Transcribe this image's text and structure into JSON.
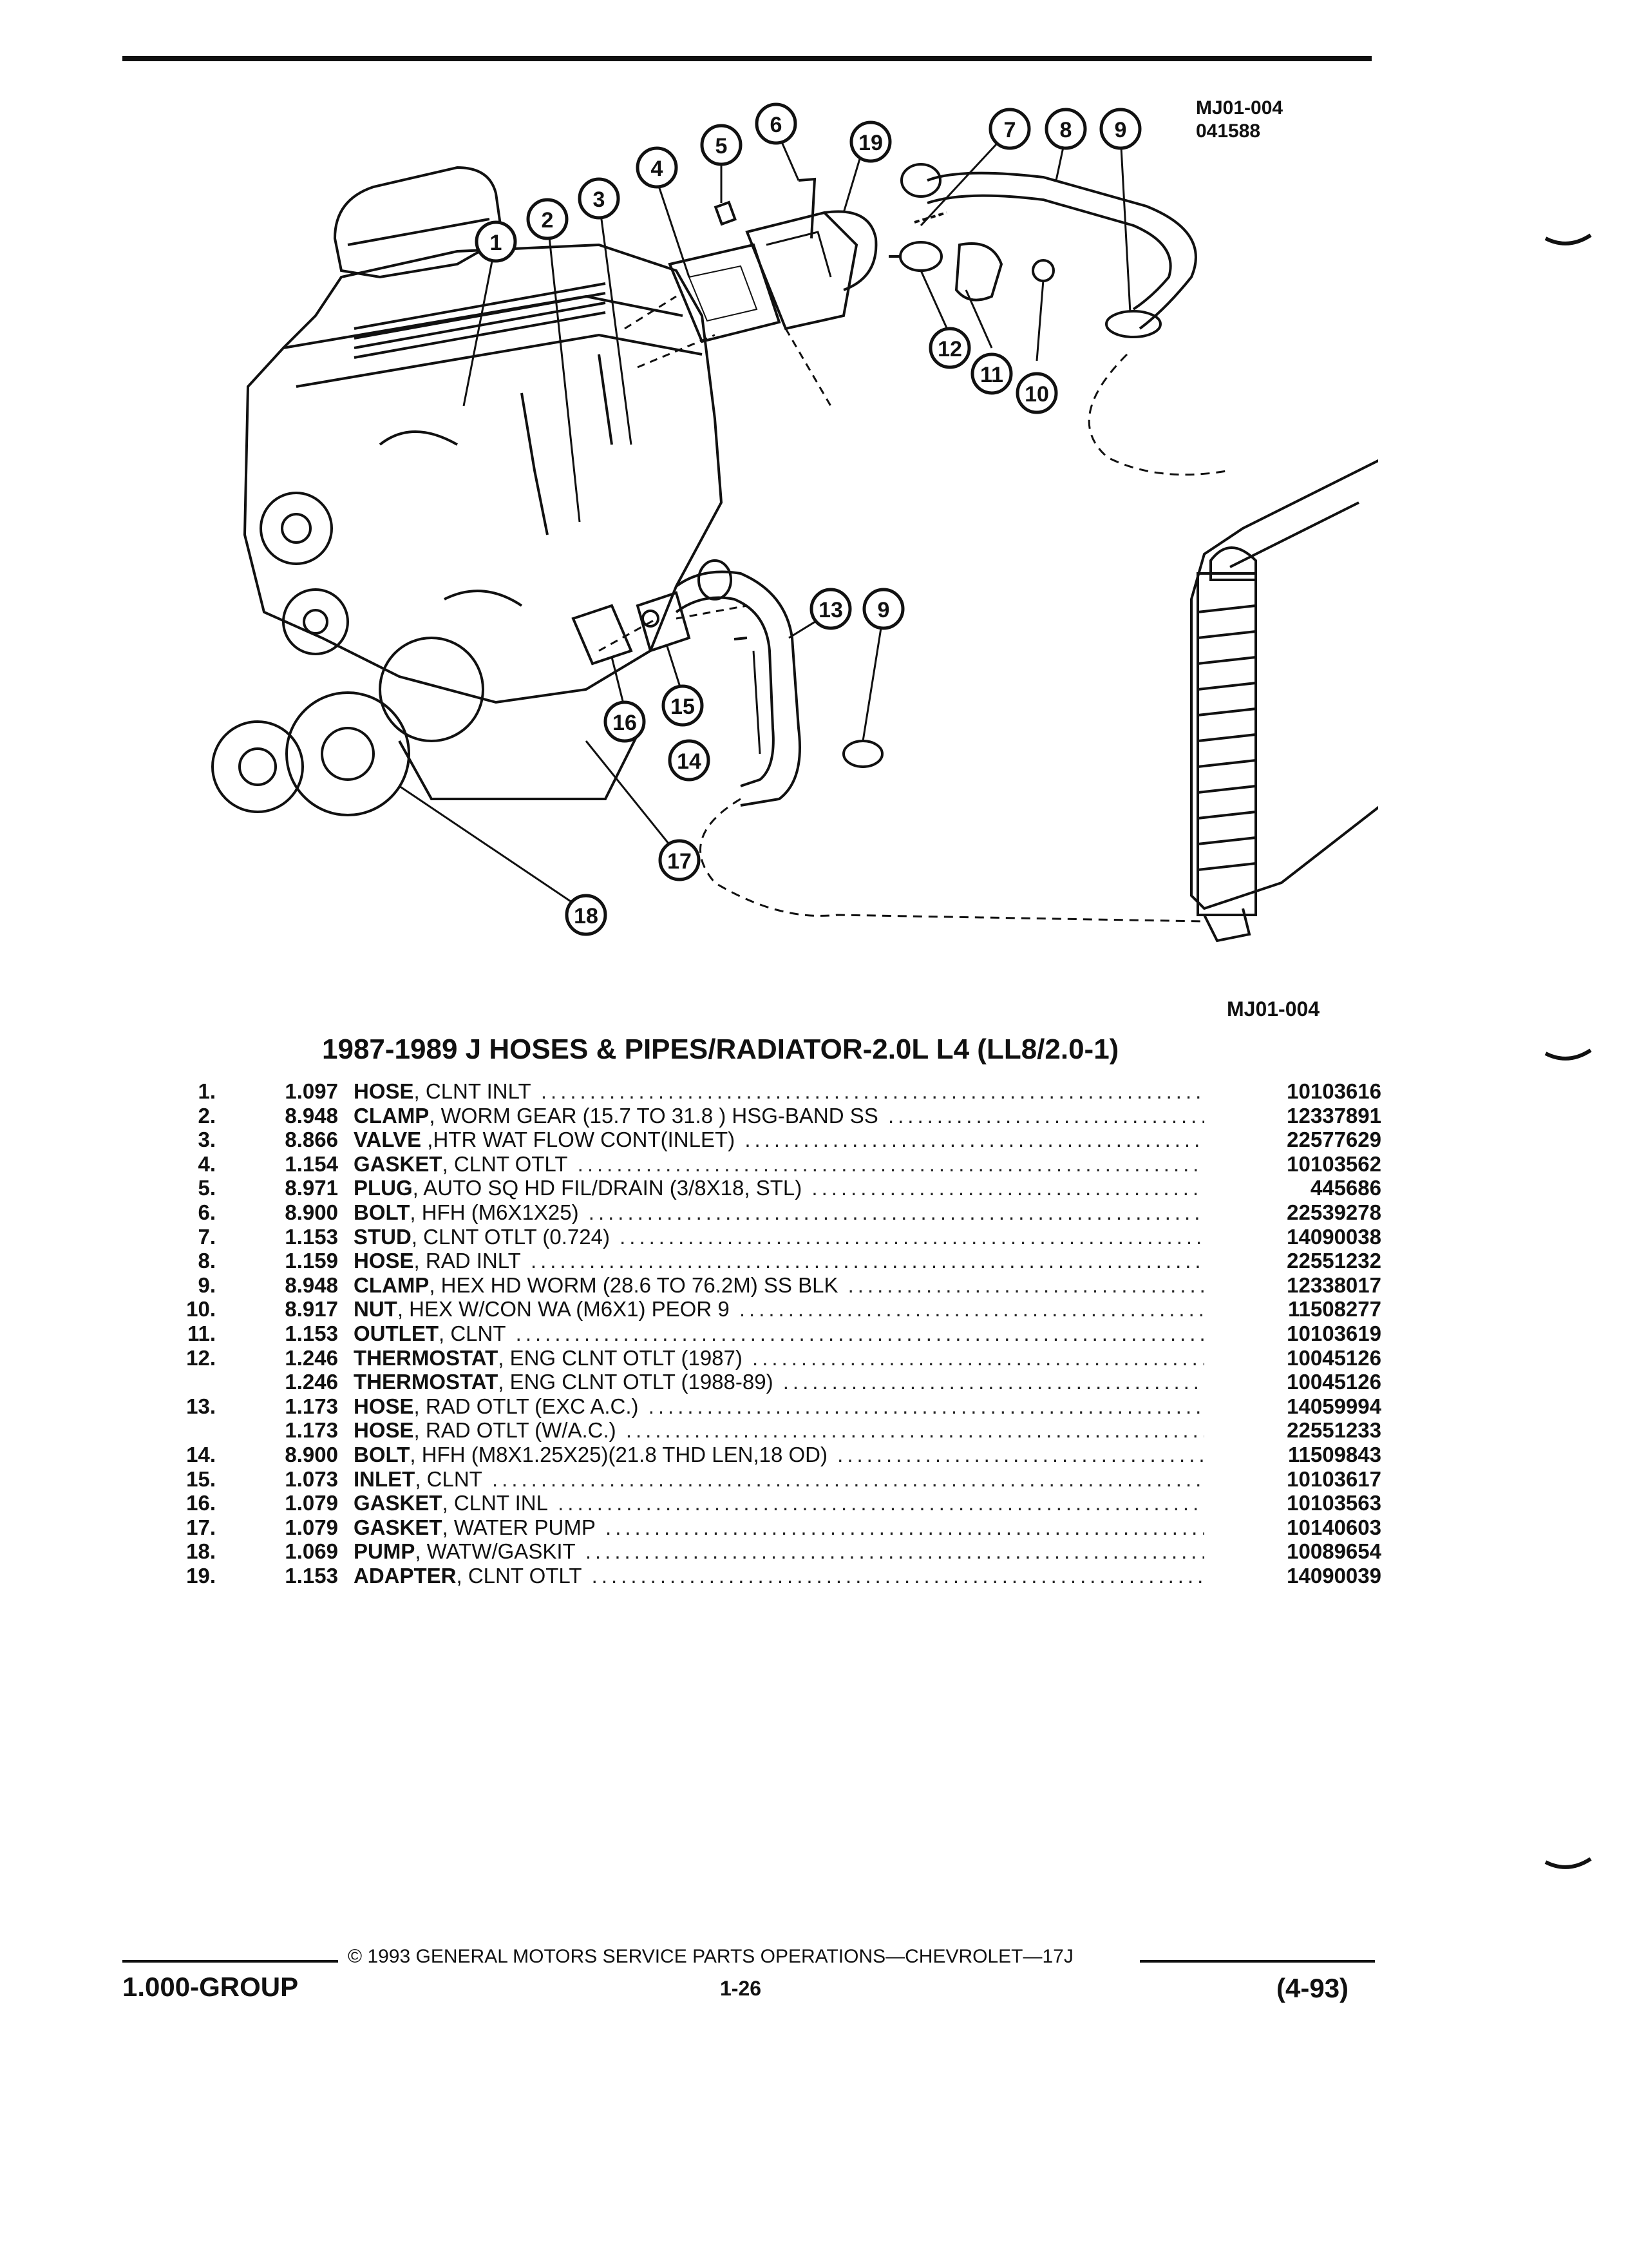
{
  "diagram": {
    "code_top": "MJ01-004",
    "date_code": "041588",
    "code_bottom": "MJ01-004",
    "callouts": [
      "1",
      "2",
      "3",
      "4",
      "5",
      "6",
      "7",
      "8",
      "9",
      "9",
      "10",
      "11",
      "12",
      "13",
      "14",
      "15",
      "16",
      "17",
      "18",
      "19"
    ]
  },
  "section_title": "1987-1989 J HOSES & PIPES/RADIATOR-2.0L L4 (LL8/2.0-1)",
  "parts": [
    {
      "num": "1.",
      "group": "1.097",
      "name": "HOSE",
      "detail": ", CLNT INLT",
      "part": "10103616"
    },
    {
      "num": "2.",
      "group": "8.948",
      "name": "CLAMP",
      "detail": ", WORM GEAR (15.7 TO 31.8 ) HSG-BAND SS",
      "part": "12337891"
    },
    {
      "num": "3.",
      "group": "8.866",
      "name": "VALVE",
      "detail": " ,HTR WAT FLOW CONT(INLET)",
      "part": "22577629"
    },
    {
      "num": "4.",
      "group": "1.154",
      "name": "GASKET",
      "detail": ", CLNT OTLT",
      "part": "10103562"
    },
    {
      "num": "5.",
      "group": "8.971",
      "name": "PLUG",
      "detail": ", AUTO SQ HD FIL/DRAIN (3/8X18, STL)",
      "part": "445686"
    },
    {
      "num": "6.",
      "group": "8.900",
      "name": "BOLT",
      "detail": ", HFH (M6X1X25)",
      "part": "22539278"
    },
    {
      "num": "7.",
      "group": "1.153",
      "name": "STUD",
      "detail": ", CLNT OTLT (0.724)",
      "part": "14090038"
    },
    {
      "num": "8.",
      "group": "1.159",
      "name": "HOSE",
      "detail": ", RAD INLT",
      "part": "22551232"
    },
    {
      "num": "9.",
      "group": "8.948",
      "name": "CLAMP",
      "detail": ", HEX HD WORM (28.6 TO 76.2M) SS BLK",
      "part": "12338017"
    },
    {
      "num": "10.",
      "group": "8.917",
      "name": "NUT",
      "detail": ", HEX W/CON WA (M6X1) PEOR 9",
      "part": "11508277"
    },
    {
      "num": "11.",
      "group": "1.153",
      "name": "OUTLET",
      "detail": ", CLNT",
      "part": "10103619"
    },
    {
      "num": "12.",
      "group": "1.246",
      "name": "THERMOSTAT",
      "detail": ", ENG CLNT OTLT (1987)",
      "part": "10045126"
    },
    {
      "num": "",
      "group": "1.246",
      "name": "THERMOSTAT",
      "detail": ", ENG CLNT OTLT (1988-89)",
      "part": "10045126"
    },
    {
      "num": "13.",
      "group": "1.173",
      "name": "HOSE",
      "detail": ", RAD OTLT (EXC A.C.)",
      "part": "14059994"
    },
    {
      "num": "",
      "group": "1.173",
      "name": "HOSE",
      "detail": ", RAD OTLT (W/A.C.)",
      "part": "22551233"
    },
    {
      "num": "14.",
      "group": "8.900",
      "name": "BOLT",
      "detail": ", HFH (M8X1.25X25)(21.8 THD LEN,18 OD)",
      "part": "11509843"
    },
    {
      "num": "15.",
      "group": "1.073",
      "name": "INLET",
      "detail": ", CLNT",
      "part": "10103617"
    },
    {
      "num": "16.",
      "group": "1.079",
      "name": "GASKET",
      "detail": ", CLNT INL",
      "part": "10103563"
    },
    {
      "num": "17.",
      "group": "1.079",
      "name": "GASKET",
      "detail": ", WATER PUMP",
      "part": "10140603"
    },
    {
      "num": "18.",
      "group": "1.069",
      "name": "PUMP",
      "detail": ", WATW/GASKIT",
      "part": "10089654"
    },
    {
      "num": "19.",
      "group": "1.153",
      "name": "ADAPTER",
      "detail": ", CLNT OTLT",
      "part": "14090039"
    }
  ],
  "footer": {
    "copyright": "© 1993 GENERAL MOTORS SERVICE PARTS OPERATIONS—CHEVROLET—17J",
    "group": "1.000-GROUP",
    "page": "1-26",
    "date": "(4-93)"
  }
}
